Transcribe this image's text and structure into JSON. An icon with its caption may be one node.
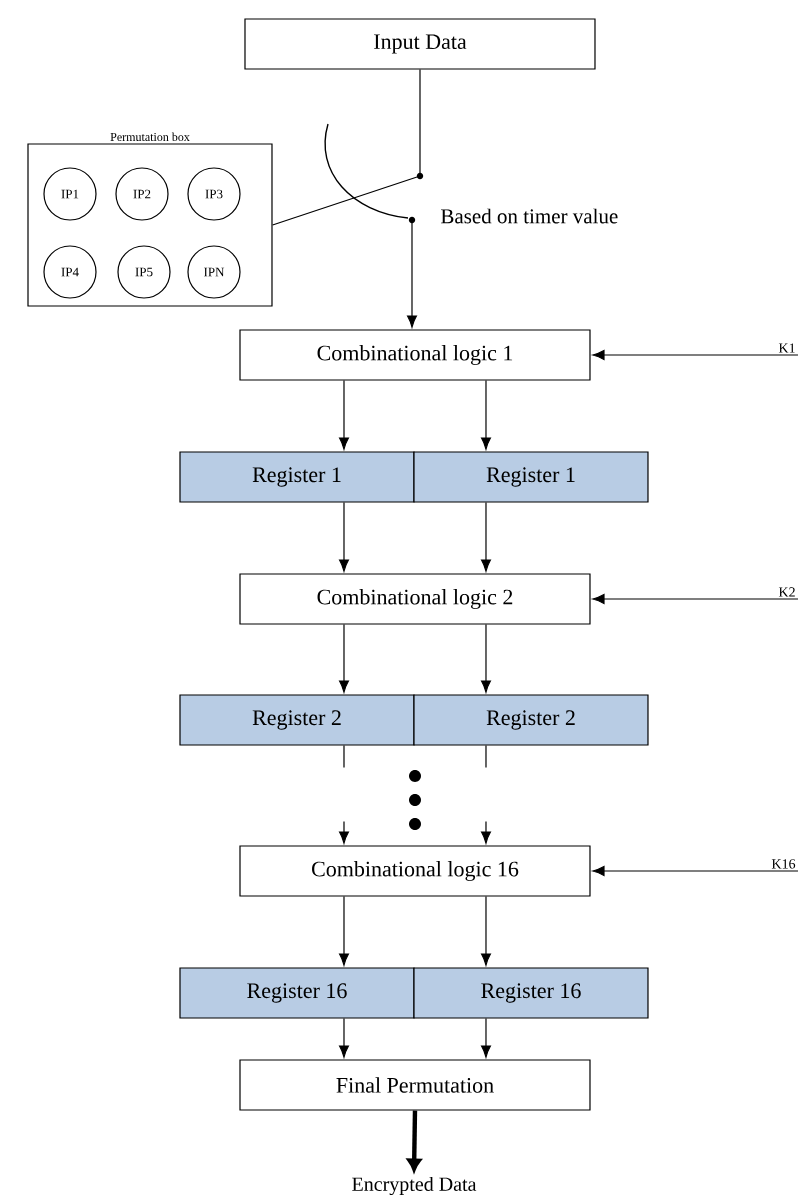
{
  "diagram": {
    "nodes": [
      {
        "text": [
          "Input Data"
        ]
      },
      {
        "text": [
          "Permutation box"
        ]
      },
      {
        "text": [
          "IP1"
        ],
        "in": 1
      },
      {
        "text": [
          "IP2"
        ],
        "in": 1
      },
      {
        "text": [
          "IP3"
        ],
        "in": 1
      },
      {
        "text": [
          "IP4"
        ],
        "in": 1
      },
      {
        "text": [
          "IP5"
        ],
        "in": 1
      },
      {
        "text": [
          "IPN"
        ],
        "in": 1
      },
      {
        "text": [],
        "shape": "switch",
        "beside": [
          "Based on timer value"
        ]
      },
      {
        "text": [
          "Combinational logic 1"
        ]
      },
      {
        "text": [
          "K1"
        ]
      },
      {
        "text": [
          "Register 1"
        ]
      },
      {
        "text": [
          "Register 1"
        ]
      },
      {
        "text": [
          "Combinational logic 2"
        ]
      },
      {
        "text": [
          "K2"
        ]
      },
      {
        "text": [
          "Register 2"
        ]
      },
      {
        "text": [
          "Register 2"
        ]
      },
      {
        "text": [
          "Combinational logic 16"
        ]
      },
      {
        "text": [
          "K16"
        ]
      },
      {
        "text": [
          "Register 16"
        ]
      },
      {
        "text": [
          "Register 16"
        ]
      },
      {
        "text": [
          "Final Permutation"
        ]
      },
      {
        "text": [
          "Encrypted Data"
        ]
      }
    ],
    "edges": [
      {
        "from": 0,
        "to": 8,
        "arrow": "none"
      },
      {
        "from": 1,
        "to": 8,
        "arrow": "none"
      },
      {
        "from": 8,
        "to": 9,
        "arrow": "to"
      },
      {
        "from": 10,
        "to": 9,
        "arrow": "to"
      },
      {
        "from": 9,
        "to": 11,
        "arrow": "to"
      },
      {
        "from": 9,
        "to": 12,
        "arrow": "to"
      },
      {
        "from": 11,
        "to": 13,
        "arrow": "to"
      },
      {
        "from": 12,
        "to": 13,
        "arrow": "to"
      },
      {
        "from": 14,
        "to": 13,
        "arrow": "to"
      },
      {
        "from": 13,
        "to": 15,
        "arrow": "to"
      },
      {
        "from": 13,
        "to": 16,
        "arrow": "to"
      },
      {
        "from": 15,
        "to": 17,
        "arrow": "to",
        "style": "dashed"
      },
      {
        "from": 16,
        "to": 17,
        "arrow": "to",
        "style": "dashed"
      },
      {
        "from": 18,
        "to": 17,
        "arrow": "to"
      },
      {
        "from": 17,
        "to": 19,
        "arrow": "to"
      },
      {
        "from": 17,
        "to": 20,
        "arrow": "to"
      },
      {
        "from": 19,
        "to": 21,
        "arrow": "to"
      },
      {
        "from": 20,
        "to": 21,
        "arrow": "to"
      },
      {
        "from": 21,
        "to": 22,
        "arrow": "to",
        "style": "thick"
      }
    ]
  }
}
